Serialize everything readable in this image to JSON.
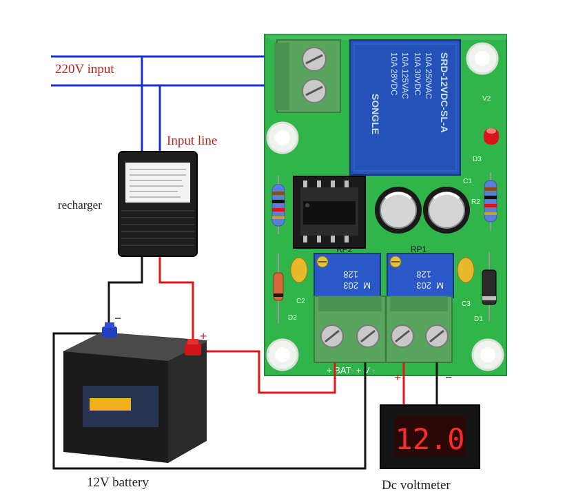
{
  "labels": {
    "ac_input": "220V input",
    "input_line": "Input line",
    "recharger": "recharger",
    "battery": "12V battery",
    "voltmeter": "Dc voltmeter",
    "plus_battery": "+",
    "minus_battery": "−",
    "plus_meter": "+",
    "minus_meter": "−"
  },
  "board_text": {
    "relay_brand": "SONGLE",
    "relay_model": "SRD-12VDC-SL-A",
    "relay_rating_1": "10A 250VAC",
    "relay_rating_2": "10A 30VDC",
    "relay_rating_3": "10A 125VAC",
    "relay_rating_4": "10A 28VDC",
    "pot_left_label": "RP2",
    "pot_right_label": "RP1",
    "pot_code_top": "203",
    "pot_code_bottom": "128",
    "pot_code_letter": "M",
    "terminal_label": "+ BAT- + V -",
    "silk_c1": "C1",
    "silk_c2": "C2",
    "silk_c3": "C3",
    "silk_d1": "D1",
    "silk_d2": "D2",
    "silk_d3": "D3",
    "silk_r2": "R2",
    "silk_v2": "V2"
  },
  "voltmeter_reading": "12.0",
  "colors": {
    "ac_wire": "#1a2fd0",
    "positive_wire": "#e0151b",
    "negative_wire": "#111111",
    "pcb": "#2fb54a",
    "terminal": "#4a9a52",
    "relay": "#2452b8",
    "pot": "#2a58c8",
    "label": "#c0201e"
  }
}
